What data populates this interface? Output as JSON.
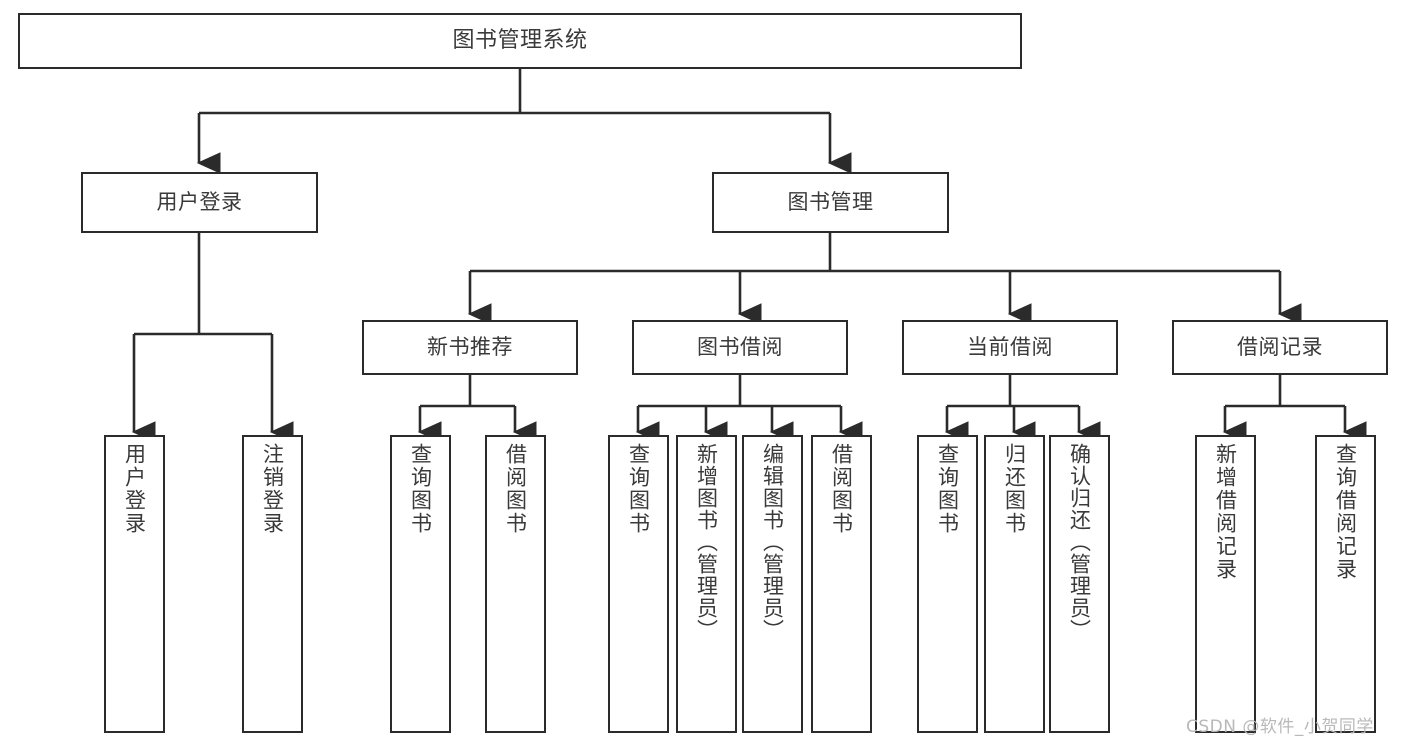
{
  "diagram": {
    "title": "图书管理系统",
    "type": "tree-hierarchy",
    "colors": {
      "background": "#ffffff",
      "box_border": "#2b2b2b",
      "box_fill": "#ffffff",
      "text": "#3a3a3a",
      "connector": "#2b2b2b",
      "watermark": "#b9b9b9"
    },
    "watermark": "CSDN @软件_小贺同学",
    "nodes": {
      "root": {
        "label": "图书管理系统"
      },
      "level2": [
        {
          "id": "user-login",
          "label": "用户登录"
        },
        {
          "id": "book-manage",
          "label": "图书管理"
        }
      ],
      "level3": [
        {
          "id": "new-book-rec",
          "label": "新书推荐"
        },
        {
          "id": "book-borrow",
          "label": "图书借阅"
        },
        {
          "id": "current-borrow",
          "label": "当前借阅"
        },
        {
          "id": "borrow-record",
          "label": "借阅记录"
        }
      ],
      "leaves": {
        "user_login": [
          {
            "id": "leaf-user-login",
            "label": "用户登录"
          },
          {
            "id": "leaf-logout",
            "label": "注销登录"
          }
        ],
        "new_book_rec": [
          {
            "id": "leaf-query-book-1",
            "label": "查询图书"
          },
          {
            "id": "leaf-borrow-book-1",
            "label": "借阅图书"
          }
        ],
        "book_borrow": [
          {
            "id": "leaf-query-book-2",
            "label": "查询图书"
          },
          {
            "id": "leaf-add-book",
            "label": "新增图书（管理员）"
          },
          {
            "id": "leaf-edit-book",
            "label": "编辑图书（管理员）"
          },
          {
            "id": "leaf-borrow-book-2",
            "label": "借阅图书"
          }
        ],
        "current_borrow": [
          {
            "id": "leaf-query-book-3",
            "label": "查询图书"
          },
          {
            "id": "leaf-return-book",
            "label": "归还图书"
          },
          {
            "id": "leaf-confirm-return",
            "label": "确认归还（管理员）"
          }
        ],
        "borrow_record": [
          {
            "id": "leaf-add-record",
            "label": "新增借阅记录"
          },
          {
            "id": "leaf-query-record",
            "label": "查询借阅记录"
          }
        ]
      }
    }
  }
}
